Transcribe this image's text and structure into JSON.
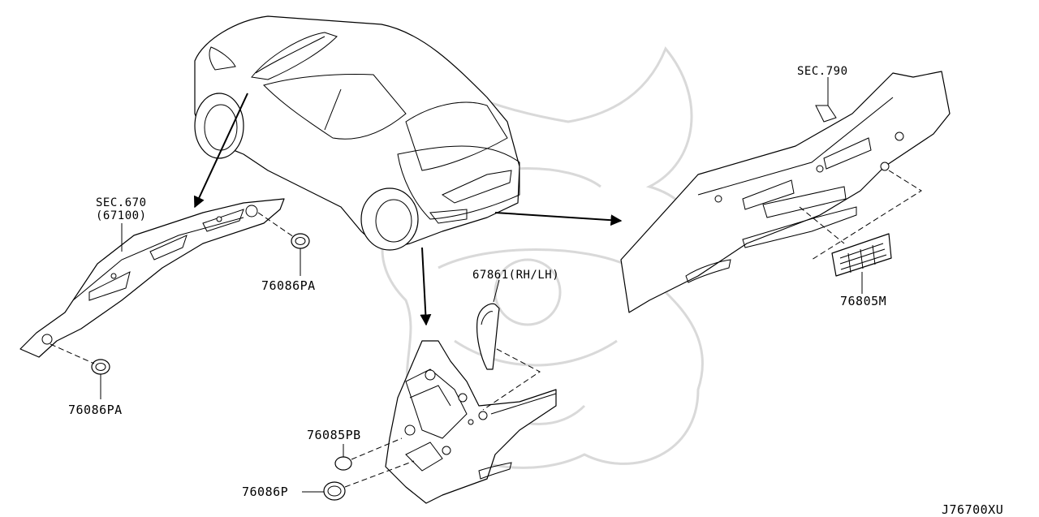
{
  "callouts": {
    "sec670": "SEC.670",
    "sec670_ref": "(67100)",
    "p76086pa_top": "76086PA",
    "p76086pa_bottom": "76086PA",
    "p67861": "67861(RH/LH)",
    "sec790": "SEC.790",
    "p76805m": "76805M",
    "p76085pb": "76085PB",
    "p76086p": "76086P"
  },
  "diagram_code": "J76700XU",
  "colors": {
    "line": "#000000",
    "watermark": "#d9d9d9",
    "background": "#ffffff"
  }
}
